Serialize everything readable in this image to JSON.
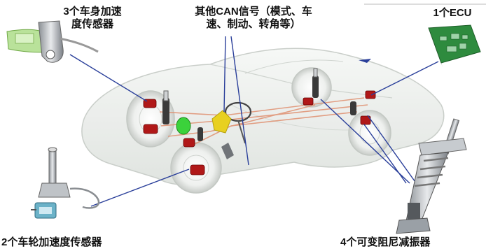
{
  "labels": {
    "body_accel_line1": "3个车身加速",
    "body_accel_line2": "度传感器",
    "can_line1": "其他CAN信号（模式、车",
    "can_line2": "速、制动、转角等）",
    "ecu": "1个ECU",
    "wheel_accel": "2个车轮加速度传感器",
    "damper": "4个可变阻尼减振器"
  },
  "colors": {
    "leader_line": "#2a3f9a",
    "wiring": "#e09070",
    "sensor_red": "#b01818",
    "ecu_green": "#2e8b3e",
    "can_yellow": "#e8d020",
    "green_part": "#3bd23b",
    "car_body": "#e9ece9"
  },
  "icons": [
    "body-accel-sensor-icon",
    "ecu-module-icon",
    "wheel-accel-sensor-icon",
    "damper-strut-icon",
    "car-outline-icon"
  ]
}
